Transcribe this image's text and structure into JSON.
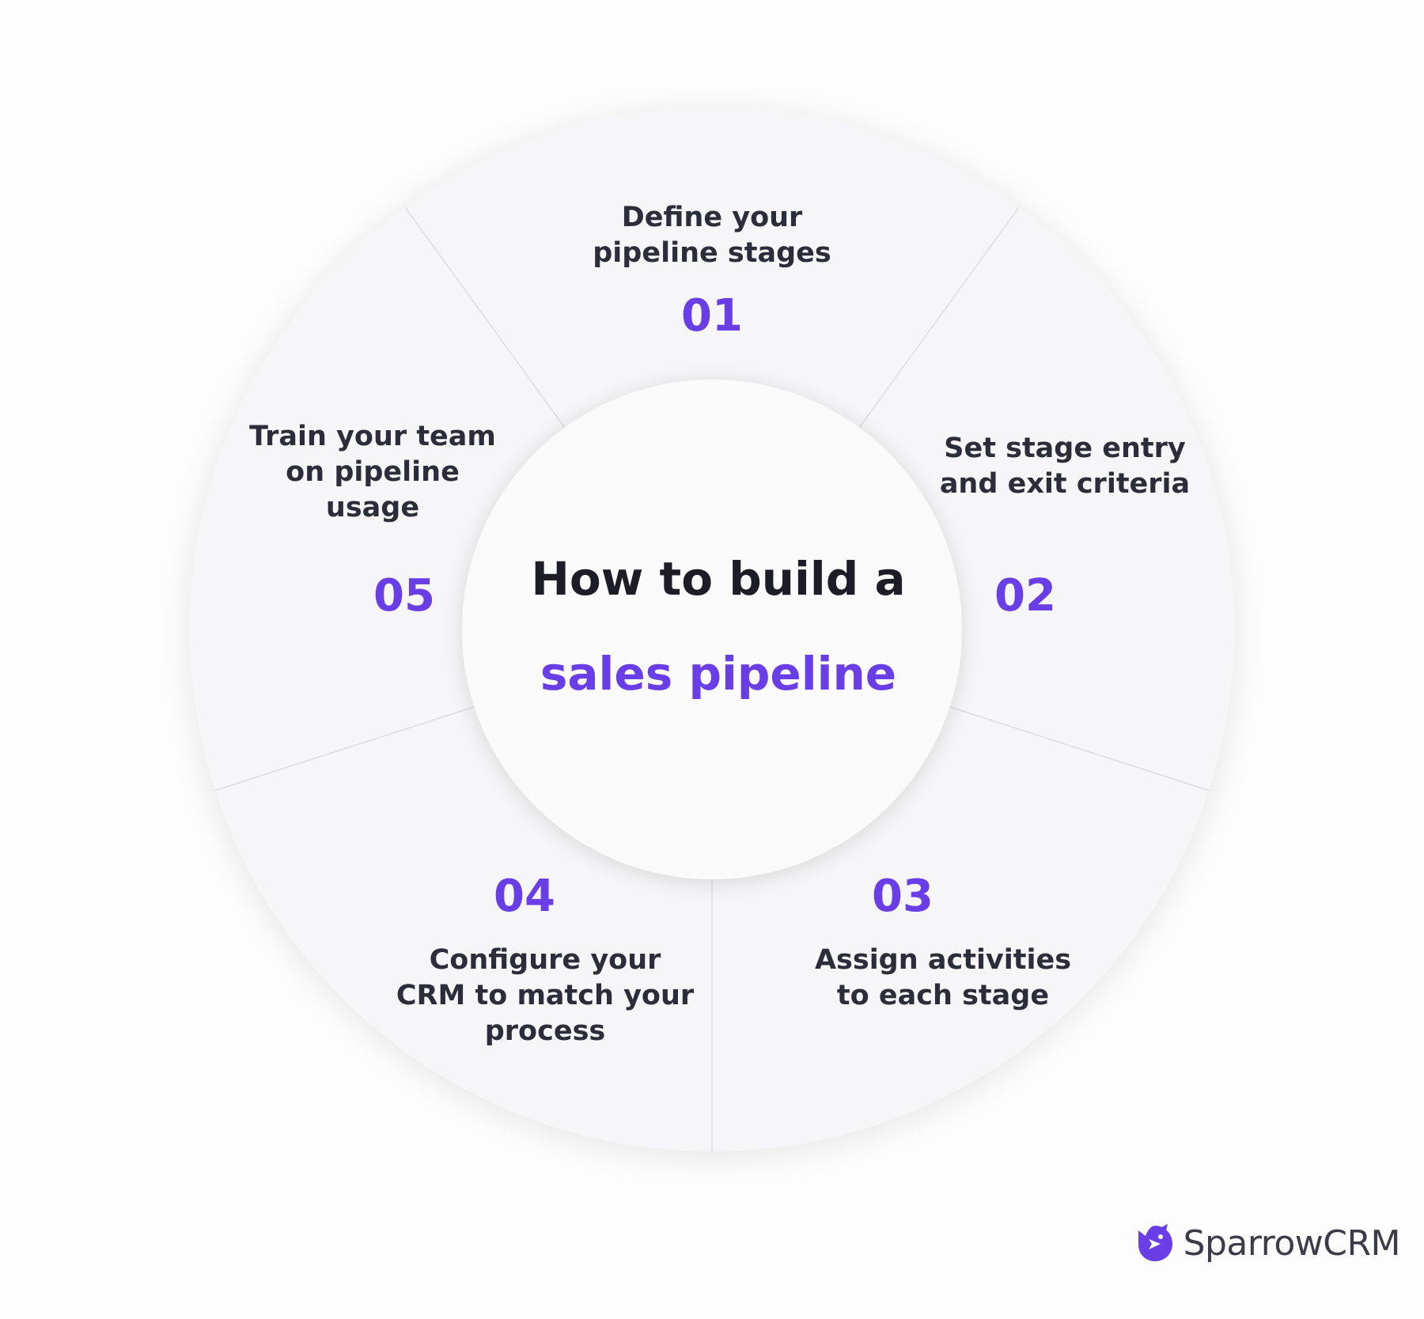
{
  "center": {
    "line1": "How to build a",
    "line2": "sales pipeline"
  },
  "steps": [
    {
      "number": "01",
      "title_lines": [
        "Define your",
        "pipeline stages"
      ]
    },
    {
      "number": "02",
      "title_lines": [
        "Set stage entry",
        "and exit criteria"
      ]
    },
    {
      "number": "03",
      "title_lines": [
        "Assign activities",
        "to each stage"
      ]
    },
    {
      "number": "04",
      "title_lines": [
        "Configure your",
        "CRM to match your",
        "process"
      ]
    },
    {
      "number": "05",
      "title_lines": [
        "Train your team",
        "on pipeline",
        "usage"
      ]
    }
  ],
  "brand": {
    "name": "SparrowCRM",
    "icon": "sparrow-logo-icon"
  },
  "colors": {
    "accent": "#6a3ee6",
    "text_dark": "#2b2d3a",
    "segment_fill": "#f6f6f8",
    "center_fill": "#fafafa",
    "divider": "#dcdce2"
  }
}
